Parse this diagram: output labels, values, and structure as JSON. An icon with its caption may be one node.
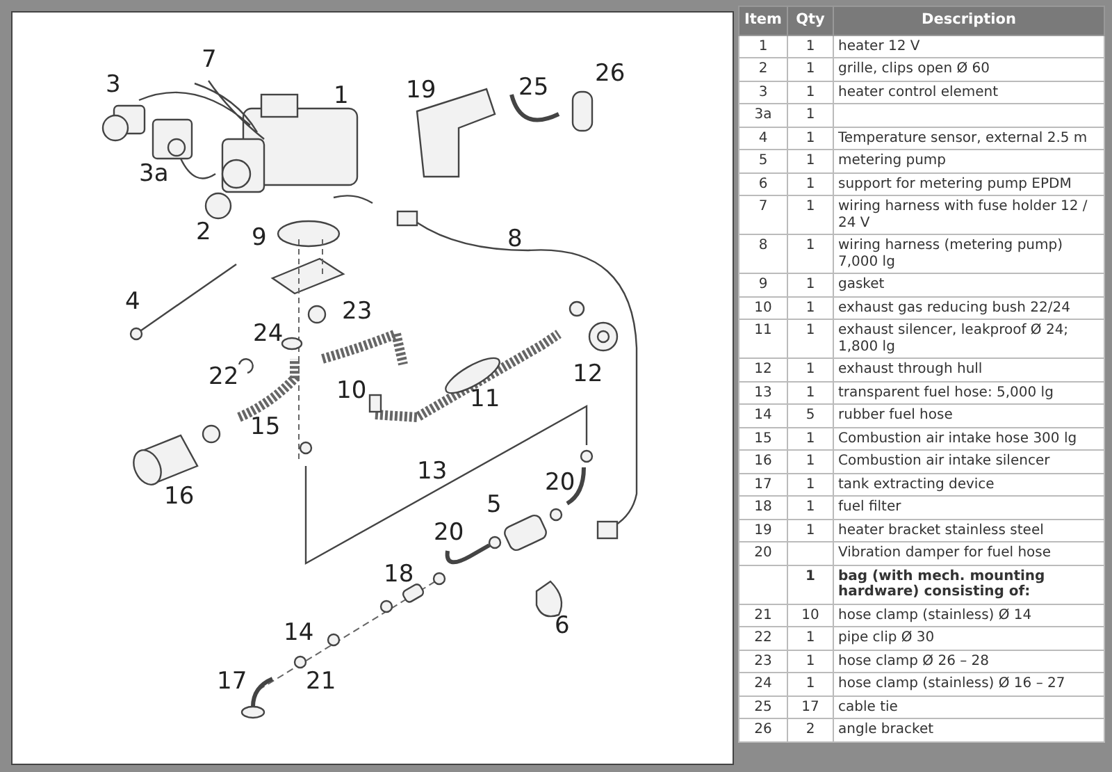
{
  "diagram": {
    "labels": [
      "3",
      "7",
      "1",
      "19",
      "25",
      "26",
      "3a",
      "2",
      "9",
      "8",
      "4",
      "24",
      "23",
      "22",
      "10",
      "11",
      "12",
      "15",
      "16",
      "13",
      "5",
      "20",
      "20",
      "18",
      "14",
      "6",
      "17",
      "21",
      "Item",
      "Qty",
      "Description",
      "1",
      "1",
      "heater 12 V",
      "2",
      "1",
      "grille, clips open Ø 60",
      "3",
      "1",
      "heater control element",
      "3a",
      "1",
      "4",
      "1",
      "Temperature sensor, external 2.5 m",
      "5",
      "1",
      "metering pump",
      "6",
      "1",
      "support for metering pump EPDM",
      "7",
      "1",
      "wiring harness with fuse holder 12 / 24 V",
      "8",
      "1",
      "wiring harness (metering pump) 7,000 lg",
      "9",
      "1",
      "gasket",
      "10",
      "1",
      "exhaust gas reducing bush 22/24",
      "11",
      "1",
      "exhaust silencer, leakproof Ø 24; 1,800 lg",
      "12",
      "1",
      "exhaust through hull",
      "13",
      "1",
      "transparent fuel hose: 5,000 lg",
      "14",
      "5",
      "rubber fuel hose",
      "15",
      "1",
      "Combustion air intake hose 300 lg",
      "16",
      "1",
      "Combustion air intake silencer",
      "17",
      "1",
      "tank extracting device",
      "18",
      "1",
      "fuel filter",
      "19",
      "1",
      "heater bracket stainless steel",
      "20",
      "Vibration damper for fuel hose",
      "1",
      "bag (with mech. mounting hardware) consisting of:",
      "21",
      "10",
      "hose clamp (stainless) Ø 14",
      "22",
      "1",
      "pipe clip Ø 30",
      "23",
      "1",
      "hose clamp Ø 26 – 28",
      "24",
      "1",
      "hose clamp (stainless) Ø 16 – 27",
      "25",
      "17",
      "cable tie",
      "26",
      "2",
      "angle bracket"
    ]
  }
}
